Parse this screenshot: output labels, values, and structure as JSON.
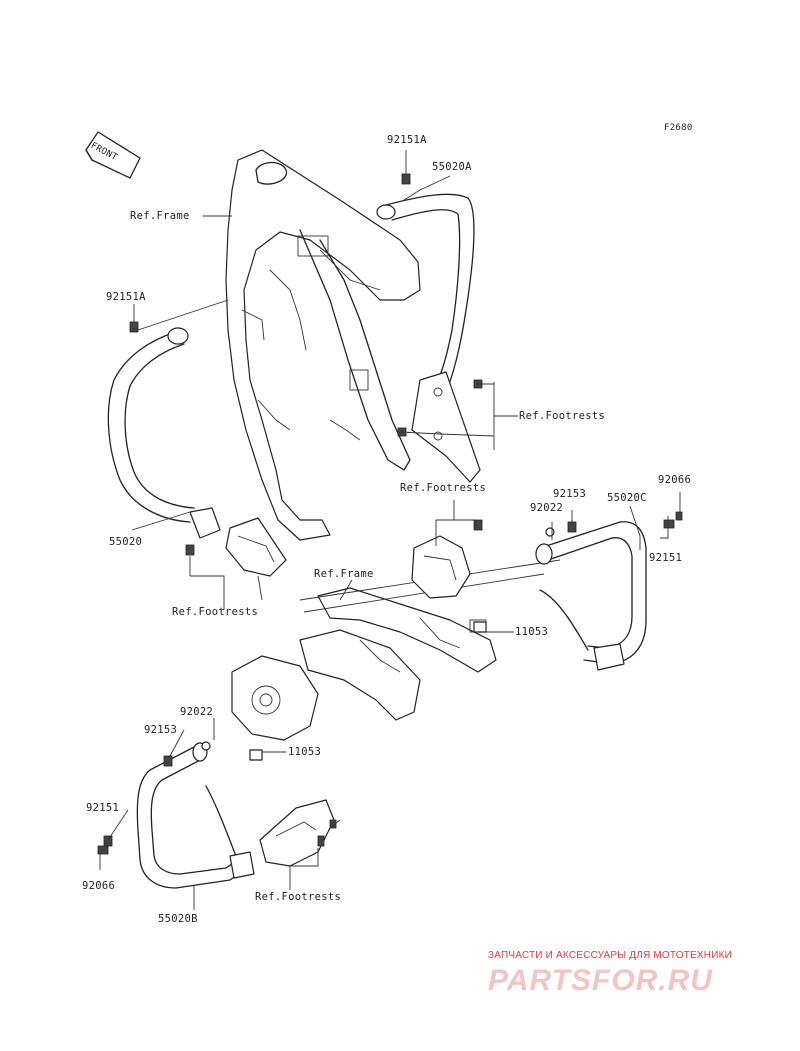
{
  "diagram": {
    "figure_code": "F2680",
    "front_label": "FRONT",
    "callouts": {
      "ref_frame_top": "Ref.Frame",
      "ref_frame_mid": "Ref.Frame",
      "ref_footrests_right": "Ref.Footrests",
      "ref_footrests_center": "Ref.Footrests",
      "ref_footrests_left": "Ref.Footrests",
      "ref_footrests_bottom": "Ref.Footrests"
    },
    "part_numbers": {
      "p92151a_top": "92151A",
      "p55020a": "55020A",
      "p92151a_left": "92151A",
      "p55020": "55020",
      "p92066_right": "92066",
      "p92153_right": "92153",
      "p92022_right": "92022",
      "p55020c": "55020C",
      "p92151_right": "92151",
      "p11053_right": "11053",
      "p92022_left": "92022",
      "p92153_left": "92153",
      "p11053_left": "11053",
      "p92151_left": "92151",
      "p92066_left": "92066",
      "p55020b": "55020B"
    }
  },
  "watermark": {
    "tagline": "ЗАПЧАСТИ И АКСЕССУАРЫ ДЛЯ МОТОТЕХНИКИ",
    "logo": "PARTSFOR.RU",
    "color": "#e03a3a"
  }
}
